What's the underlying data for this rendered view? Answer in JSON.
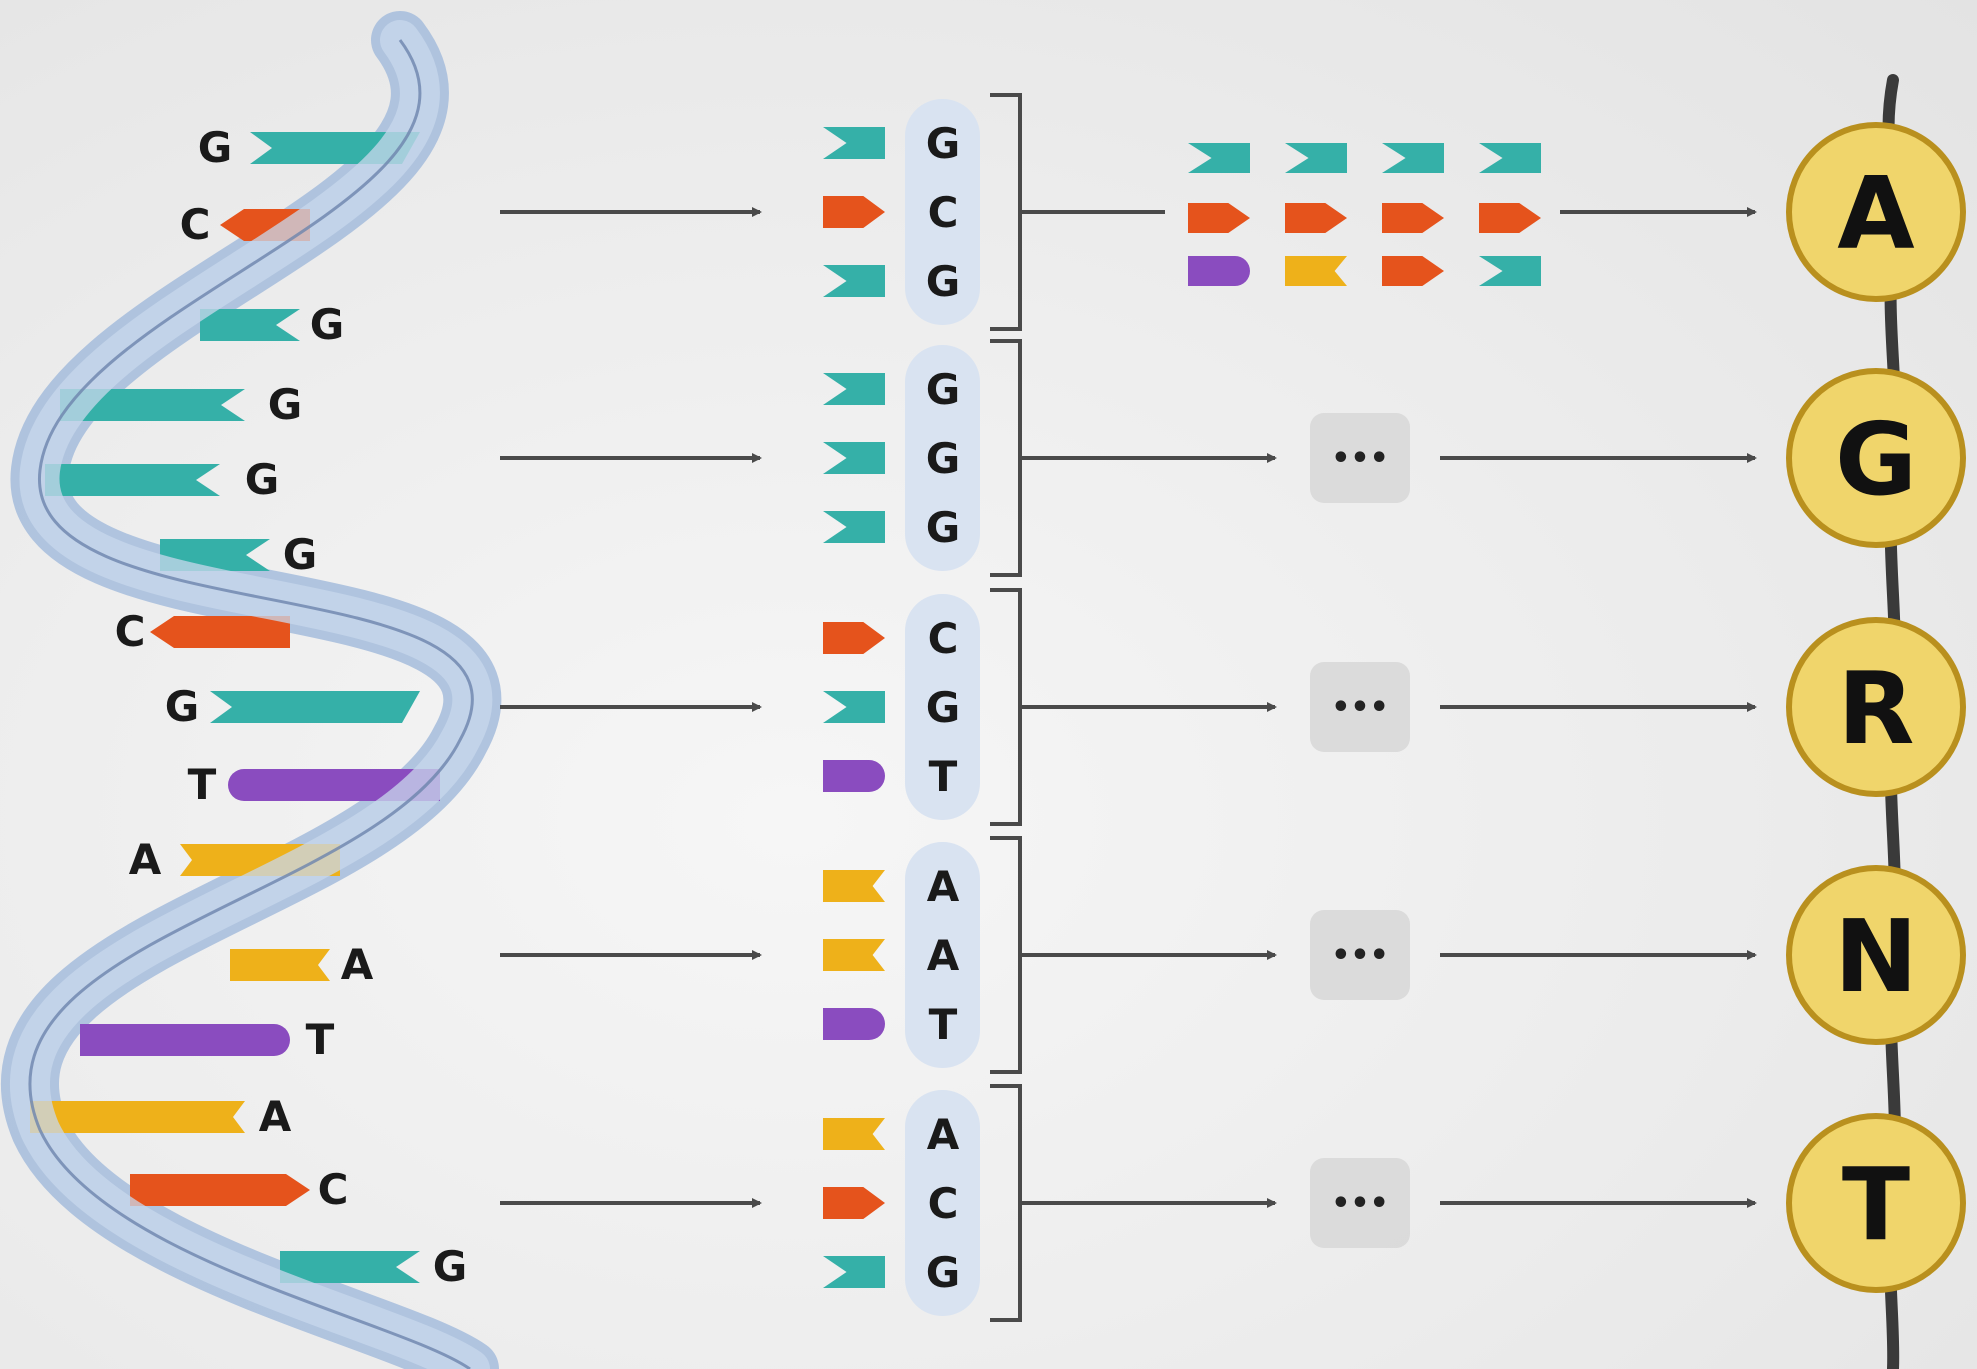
{
  "colors": {
    "G": "#35b0a8",
    "C": "#e5531c",
    "T": "#8a4cbf",
    "A": "#eeb11a",
    "helix_light": "#b9cde6",
    "helix_dark": "#7d96bd",
    "pill": "#d9e3f1",
    "amino": "#f0d56b",
    "amino_border": "#b9901e",
    "arrow": "#4a4a4a"
  },
  "helix_bases": [
    "G",
    "C",
    "G",
    "G",
    "G",
    "G",
    "C",
    "G",
    "T",
    "A",
    "A",
    "T",
    "A",
    "C",
    "G"
  ],
  "codons": [
    {
      "bases": [
        "G",
        "C",
        "G"
      ],
      "amino": "A"
    },
    {
      "bases": [
        "G",
        "G",
        "G"
      ],
      "amino": "G"
    },
    {
      "bases": [
        "C",
        "G",
        "T"
      ],
      "amino": "R"
    },
    {
      "bases": [
        "A",
        "A",
        "T"
      ],
      "amino": "N"
    },
    {
      "bases": [
        "A",
        "C",
        "G"
      ],
      "amino": "T"
    }
  ],
  "expansion": [
    [
      "G",
      "G",
      "G",
      "G"
    ],
    [
      "C",
      "C",
      "C",
      "C"
    ],
    [
      "T",
      "A",
      "C",
      "G"
    ]
  ],
  "ellipsis": "•••"
}
